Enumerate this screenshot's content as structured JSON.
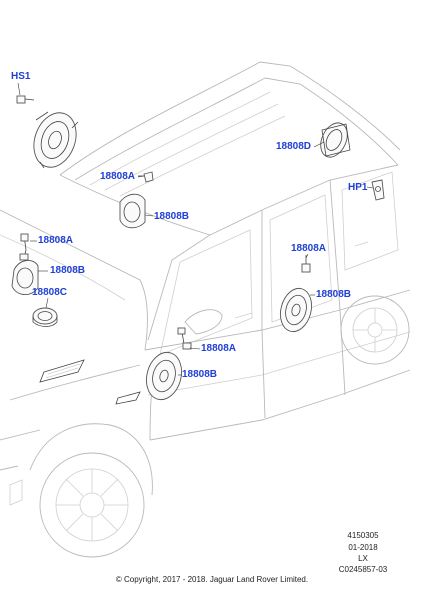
{
  "callouts": {
    "hs1": "HS1",
    "d_18808D": "18808D",
    "hp1": "HP1",
    "a_roof": "18808A",
    "b_roof": "18808B",
    "a_front_left": "18808A",
    "b_front_left": "18808B",
    "c_front": "18808C",
    "a_rear_door": "18808A",
    "b_rear_door": "18808B",
    "a_front_door": "18808A",
    "b_front_door": "18808B"
  },
  "reference": {
    "number": "4150305",
    "date": "01-2018",
    "code": "LX",
    "drawing": "C0245857-03"
  },
  "copyright": "© Copyright, 2017 - 2018. Jaguar Land Rover Limited.",
  "icons": {
    "tweeter": "tweeter-speaker-icon",
    "woofer": "door-speaker-icon",
    "connector": "wiring-connector-icon",
    "sounder": "horn-sounder-icon"
  }
}
